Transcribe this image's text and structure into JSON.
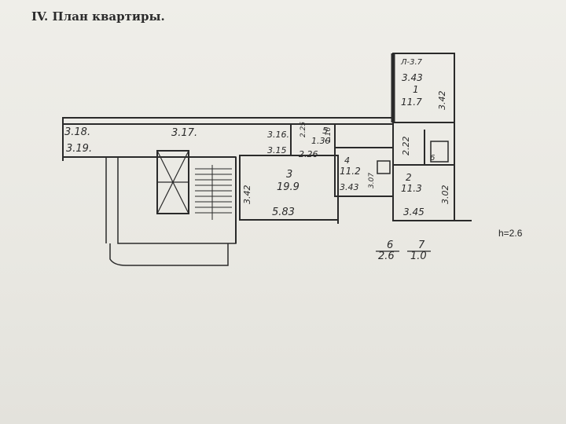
{
  "document": {
    "heading": "IV. План квартиры.",
    "ceiling_height": "h=2.6"
  },
  "colors": {
    "paper": "#ecebe6",
    "ink": "#2a2a2a"
  },
  "labels": {
    "dim_318": "3.18.",
    "dim_317": "3.17.",
    "dim_319": "3.19.",
    "dim_316": "3.16.",
    "dim_315": "3.15",
    "dim_225": "2.25",
    "room5_number": "5",
    "room5_area": "1.30",
    "dim_226": "2.26",
    "dim_116": "1.16",
    "room3_number": "3",
    "room3_area": "19.9",
    "dim_342_left": "3.42",
    "dim_583": "5.83",
    "room4_number": "4",
    "room4_area": "11.2",
    "dim_343_room4": "3.43",
    "dim_307": "3.07",
    "room2_number": "2",
    "room2_area": "11.3",
    "dim_345": "3.45",
    "dim_302": "3.02",
    "dim_222": "2.22",
    "room6_small": "6",
    "balcony": "Л-3.7",
    "room1_width": "3.43",
    "room1_number": "1",
    "room1_area": "11.7",
    "dim_342_right": "3.42",
    "room6_number": "6",
    "room6_area": "2.6",
    "room7_number": "7",
    "room7_area": "1.0"
  }
}
